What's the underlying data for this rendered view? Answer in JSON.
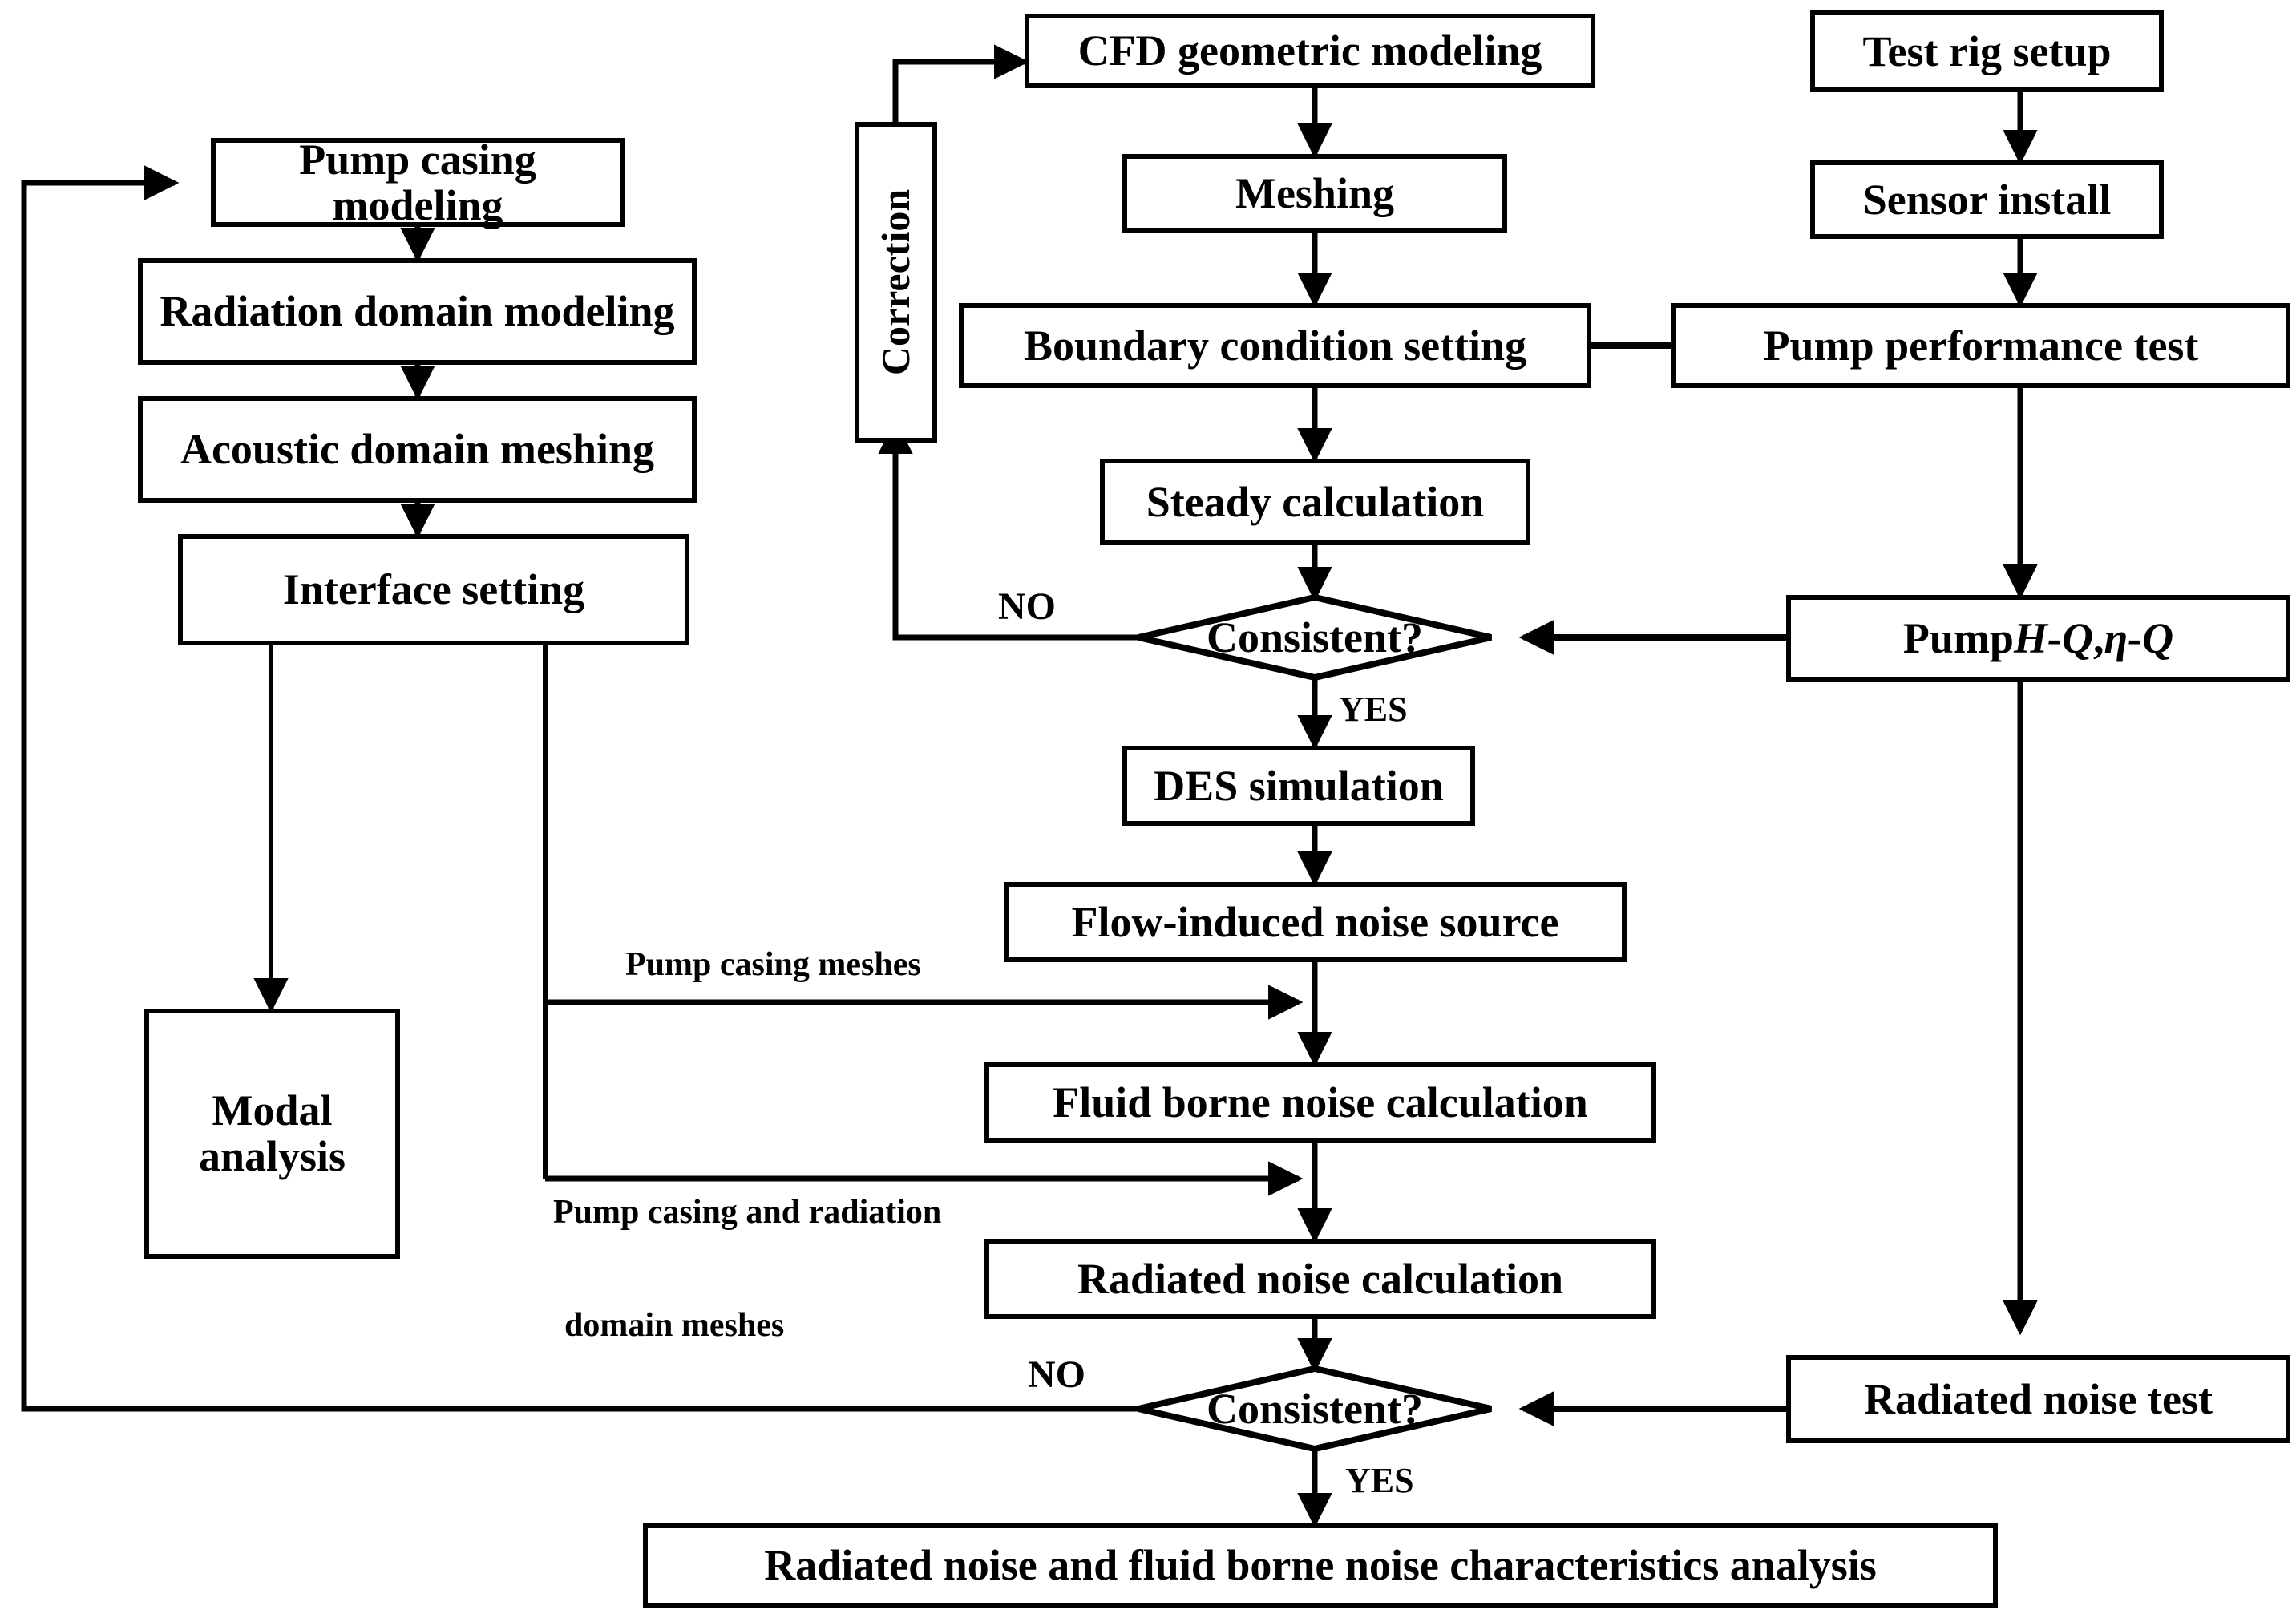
{
  "diagram": {
    "title": "Pump flow-induced noise simulation and test workflow",
    "background_color": "#ffffff",
    "line_color": "#000000",
    "nodes": {
      "pump_casing_modeling": "Pump casing modeling",
      "radiation_domain_modeling": "Radiation domain modeling",
      "acoustic_domain_meshing": "Acoustic domain meshing",
      "interface_setting": "Interface setting",
      "modal_analysis_line1": "Modal",
      "modal_analysis_line2": "analysis",
      "correction": "Correction",
      "cfd_geometric_modeling": "CFD geometric modeling",
      "meshing": "Meshing",
      "boundary_condition_setting": "Boundary condition setting",
      "steady_calculation": "Steady calculation",
      "consistent_upper": "Consistent?",
      "des_simulation": "DES simulation",
      "flow_induced_noise_source": "Flow-induced noise source",
      "fluid_borne_noise_calculation": "Fluid borne noise calculation",
      "radiated_noise_calculation": "Radiated noise calculation",
      "consistent_lower": "Consistent?",
      "final_analysis": "Radiated noise and fluid borne noise characteristics analysis",
      "test_rig_setup": "Test rig setup",
      "sensor_install": "Sensor install",
      "pump_performance_test": "Pump performance test",
      "pump_hq_etaq_prefix": "Pump ",
      "pump_hq_etaq_italic_a": "H-Q",
      "pump_hq_etaq_sep": ", ",
      "pump_hq_etaq_italic_b": "η-Q",
      "radiated_noise_test": "Radiated noise test"
    },
    "edge_labels": {
      "no_upper": "NO",
      "yes_upper": "YES",
      "no_lower": "NO",
      "yes_lower": "YES",
      "pump_casing_meshes": "Pump casing meshes",
      "pump_casing_and_radiation_l1": "Pump casing and radiation",
      "pump_casing_and_radiation_l2": "domain meshes"
    }
  }
}
